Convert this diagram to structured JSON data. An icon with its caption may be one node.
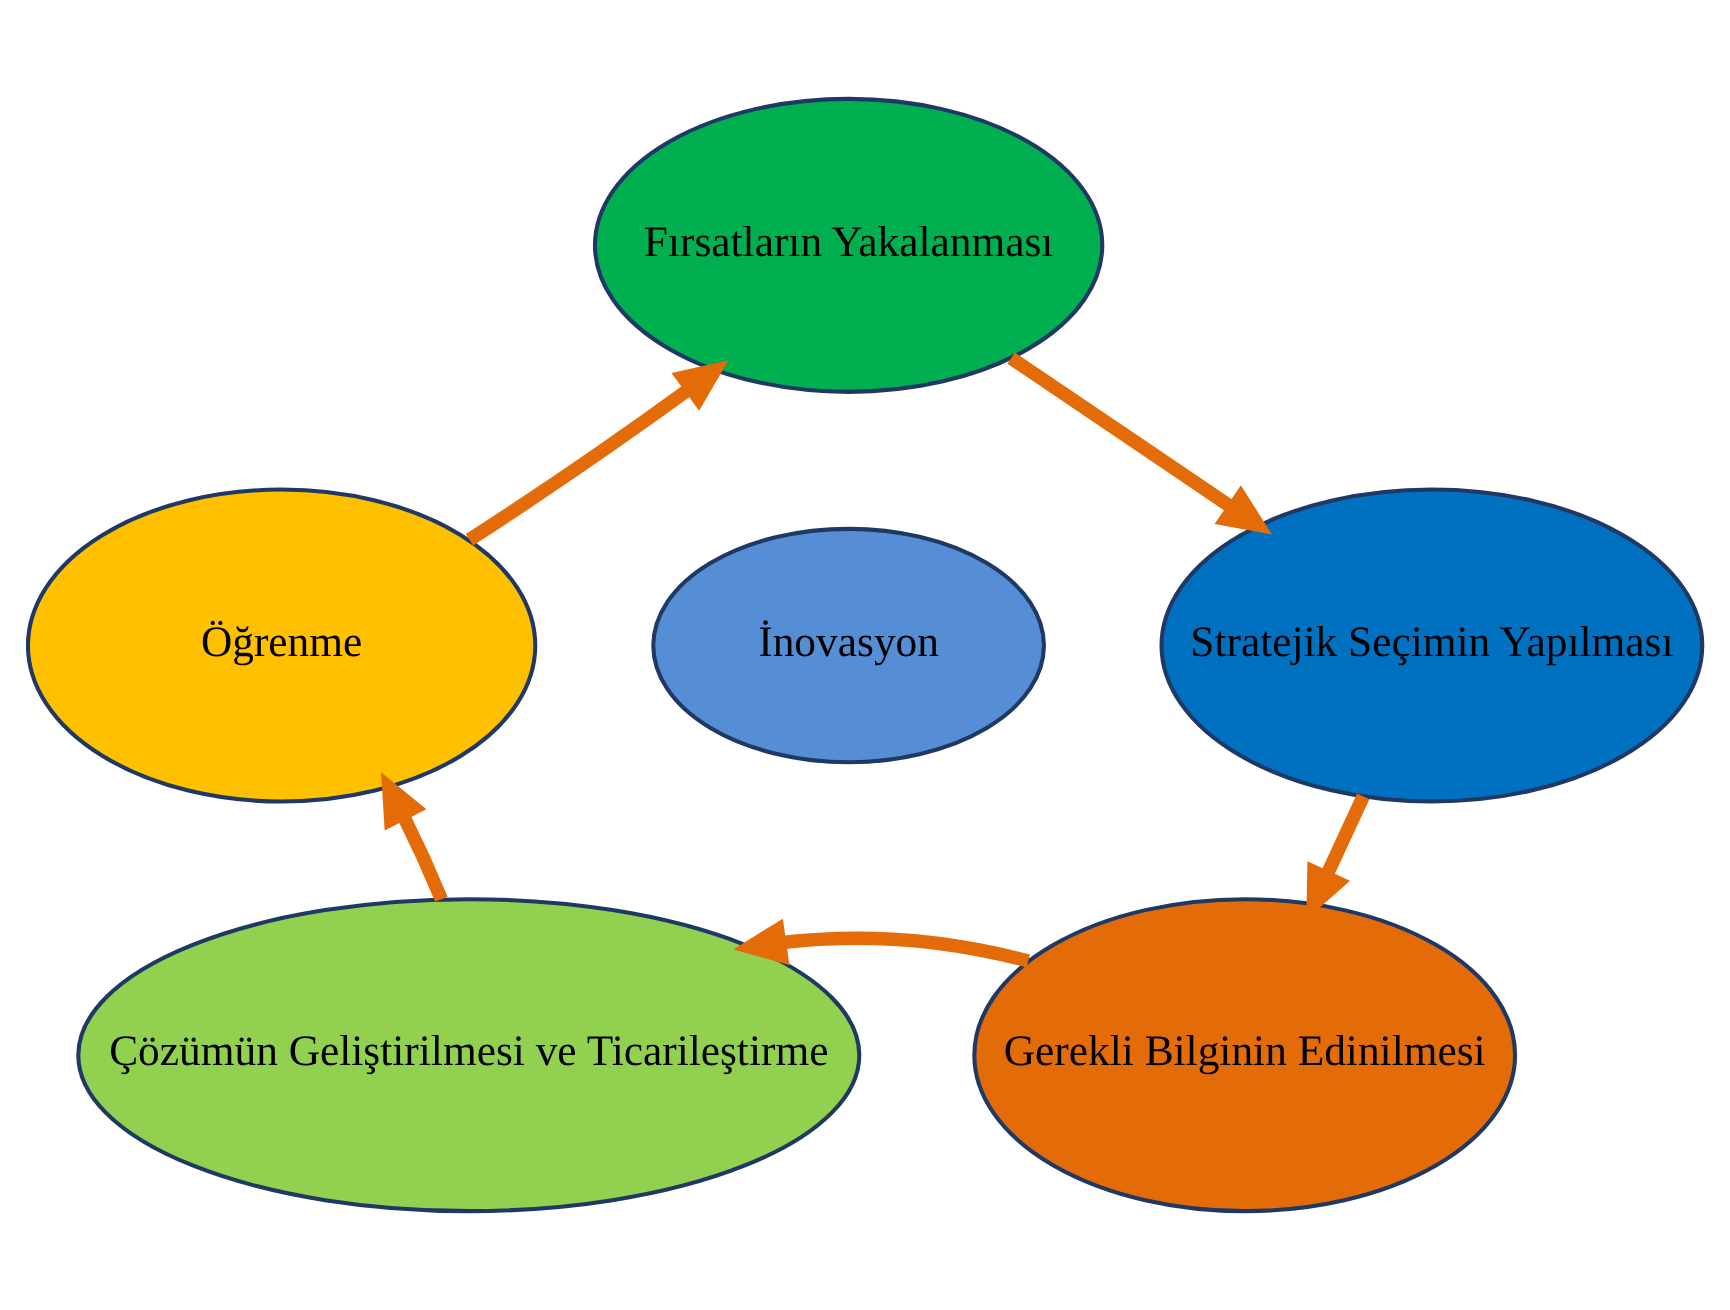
{
  "diagram": {
    "nodes": [
      {
        "text": [
          "Fırsatların Yakalanması"
        ]
      },
      {
        "text": [
          "Stratejik Seçimin Yapılması"
        ]
      },
      {
        "text": [
          "Gerekli Bilginin Edinilmesi"
        ]
      },
      {
        "text": [
          "Çözümün Geliştirilmesi ve Ticarileştirme"
        ]
      },
      {
        "text": [
          "Öğrenme"
        ]
      },
      {
        "text": [
          "İnovasyon"
        ]
      }
    ],
    "edges": [
      {
        "from": 0,
        "to": 1,
        "arrow": "to"
      },
      {
        "from": 1,
        "to": 2,
        "arrow": "to"
      },
      {
        "from": 2,
        "to": 3,
        "arrow": "to"
      },
      {
        "from": 3,
        "to": 4,
        "arrow": "to"
      },
      {
        "from": 4,
        "to": 0,
        "arrow": "to"
      }
    ]
  }
}
